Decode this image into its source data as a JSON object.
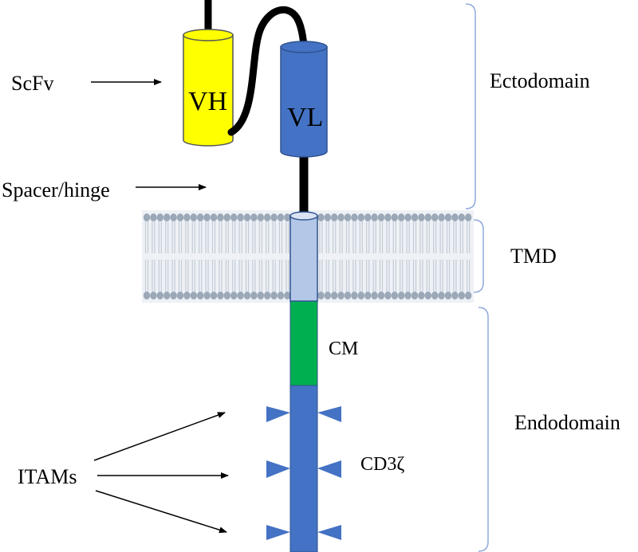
{
  "labels": {
    "scfv": "ScFv",
    "spacer": "Spacer/hinge",
    "itams": "ITAMs",
    "vh": "VH",
    "vl": "VL",
    "cm": "CM",
    "cd3z": "CD3ζ",
    "ectodomain": "Ectodomain",
    "tmd": "TMD",
    "endodomain": "Endodomain"
  },
  "colors": {
    "vh": "#ffff00",
    "vl": "#4472c4",
    "tmd": "#b4c7e7",
    "cm": "#00b050",
    "cd3z": "#4472c4",
    "bracket": "#8faadc",
    "membrane": "#9aa8b8"
  }
}
